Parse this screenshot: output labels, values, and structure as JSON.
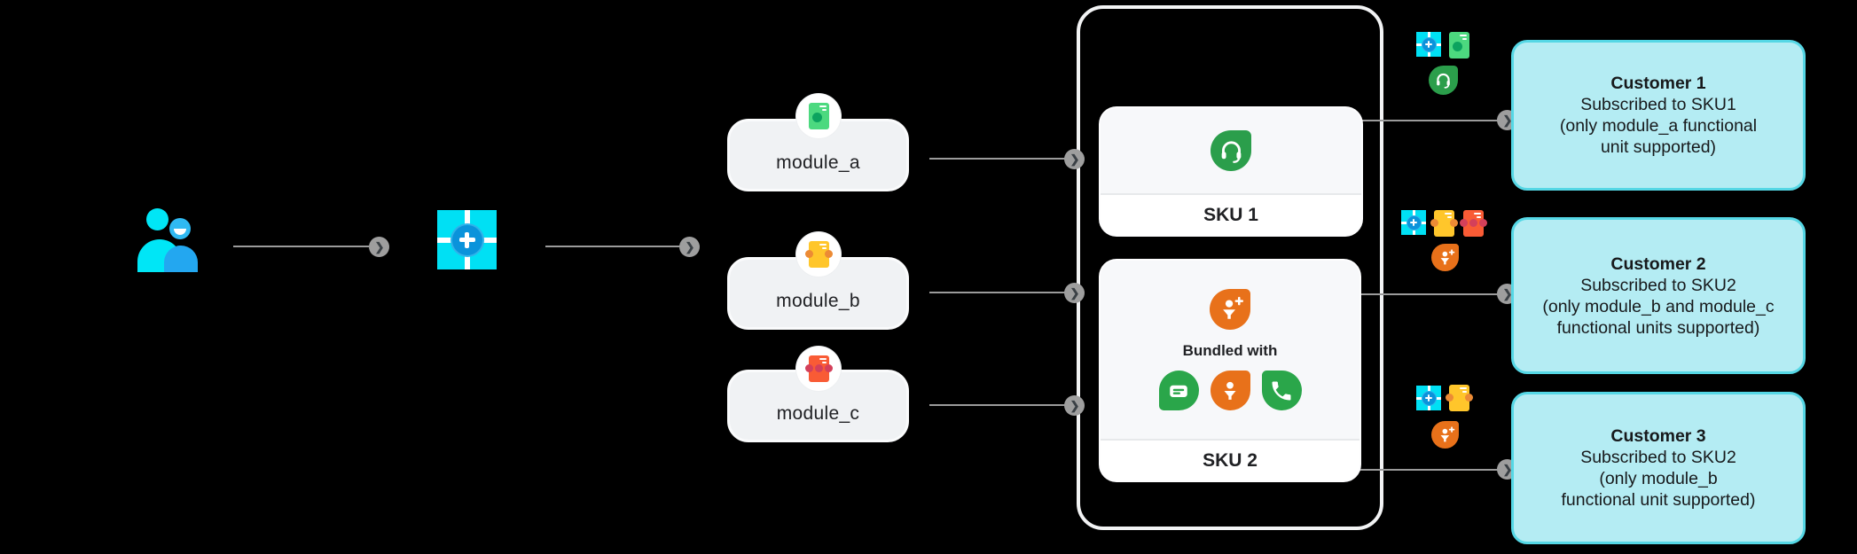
{
  "modules": [
    {
      "label": "module_a"
    },
    {
      "label": "module_b"
    },
    {
      "label": "module_c"
    }
  ],
  "skus": {
    "sku1": {
      "label": "SKU 1"
    },
    "sku2": {
      "label": "SKU 2",
      "bundled_with": "Bundled with"
    }
  },
  "customers": [
    {
      "title": "Customer 1",
      "line1": "Subscribed to SKU1",
      "line2": "(only module_a functional",
      "line3": "unit supported)"
    },
    {
      "title": "Customer 2",
      "line1": "Subscribed to SKU2",
      "line2": "(only module_b and module_c",
      "line3": "functional units supported)"
    },
    {
      "title": "Customer 3",
      "line1": "Subscribed to SKU2",
      "line2": "(only module_b",
      "line3": "functional unit supported)"
    }
  ],
  "icons": {
    "chevron": "❯"
  },
  "colors": {
    "background": "#000000",
    "connector": "#9b9b9b",
    "module_box_fill": "#f0f2f4",
    "sku_card_fill": "#f7f8fa",
    "customer_fill": "#b4ecf3",
    "customer_border": "#55d7e5",
    "cyan_icon": "#00e0f4",
    "blue_accent": "#2fb9f2",
    "green_icon": "#2aa64a",
    "headset_green": "#2b9e4b",
    "module_a_green": "#4cd97f",
    "module_b_yellow": "#ffc62b",
    "module_c_orange": "#f95b35",
    "funnel_orange": "#e8711a"
  }
}
